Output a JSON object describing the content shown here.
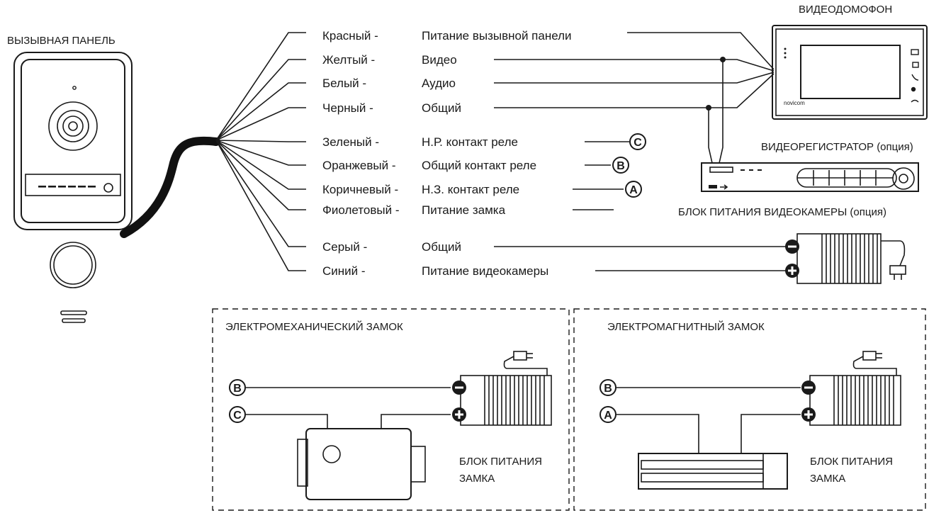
{
  "labels": {
    "call_panel": "ВЫЗЫВНАЯ ПАНЕЛЬ",
    "monitor": "ВИДЕОДОМОФОН",
    "monitor_brand": "novicom",
    "dvr": "ВИДЕОРЕГИСТРАТОР (опция)",
    "camera_psu": "БЛОК ПИТАНИЯ ВИДЕОКАМЕРЫ (опция)",
    "electromech_lock": "ЭЛЕКТРОМЕХАНИЧЕСКИЙ ЗАМОК",
    "electromag_lock": "ЭЛЕКТРОМАГНИТНЫЙ ЗАМОК",
    "lock_psu_line1": "БЛОК ПИТАНИЯ",
    "lock_psu_line2": "ЗАМКА"
  },
  "wires": [
    {
      "color": "Красный -",
      "function": "Питание вызывной панели"
    },
    {
      "color": "Желтый -",
      "function": "Видео"
    },
    {
      "color": "Белый -",
      "function": "Аудио"
    },
    {
      "color": "Черный -",
      "function": "Общий"
    },
    {
      "color": "Зеленый -",
      "function": "Н.Р. контакт реле"
    },
    {
      "color": "Оранжевый -",
      "function": "Общий контакт реле"
    },
    {
      "color": "Коричневый -",
      "function": "Н.З. контакт реле"
    },
    {
      "color": "Фиолетовый -",
      "function": "Питание замка"
    },
    {
      "color": "Серый -",
      "function": "Общий"
    },
    {
      "color": "Синий -",
      "function": "Питание видеокамеры"
    }
  ],
  "markers": {
    "C": "C",
    "B": "B",
    "A": "A"
  },
  "polarity": {
    "minus": "−",
    "plus": "+"
  }
}
